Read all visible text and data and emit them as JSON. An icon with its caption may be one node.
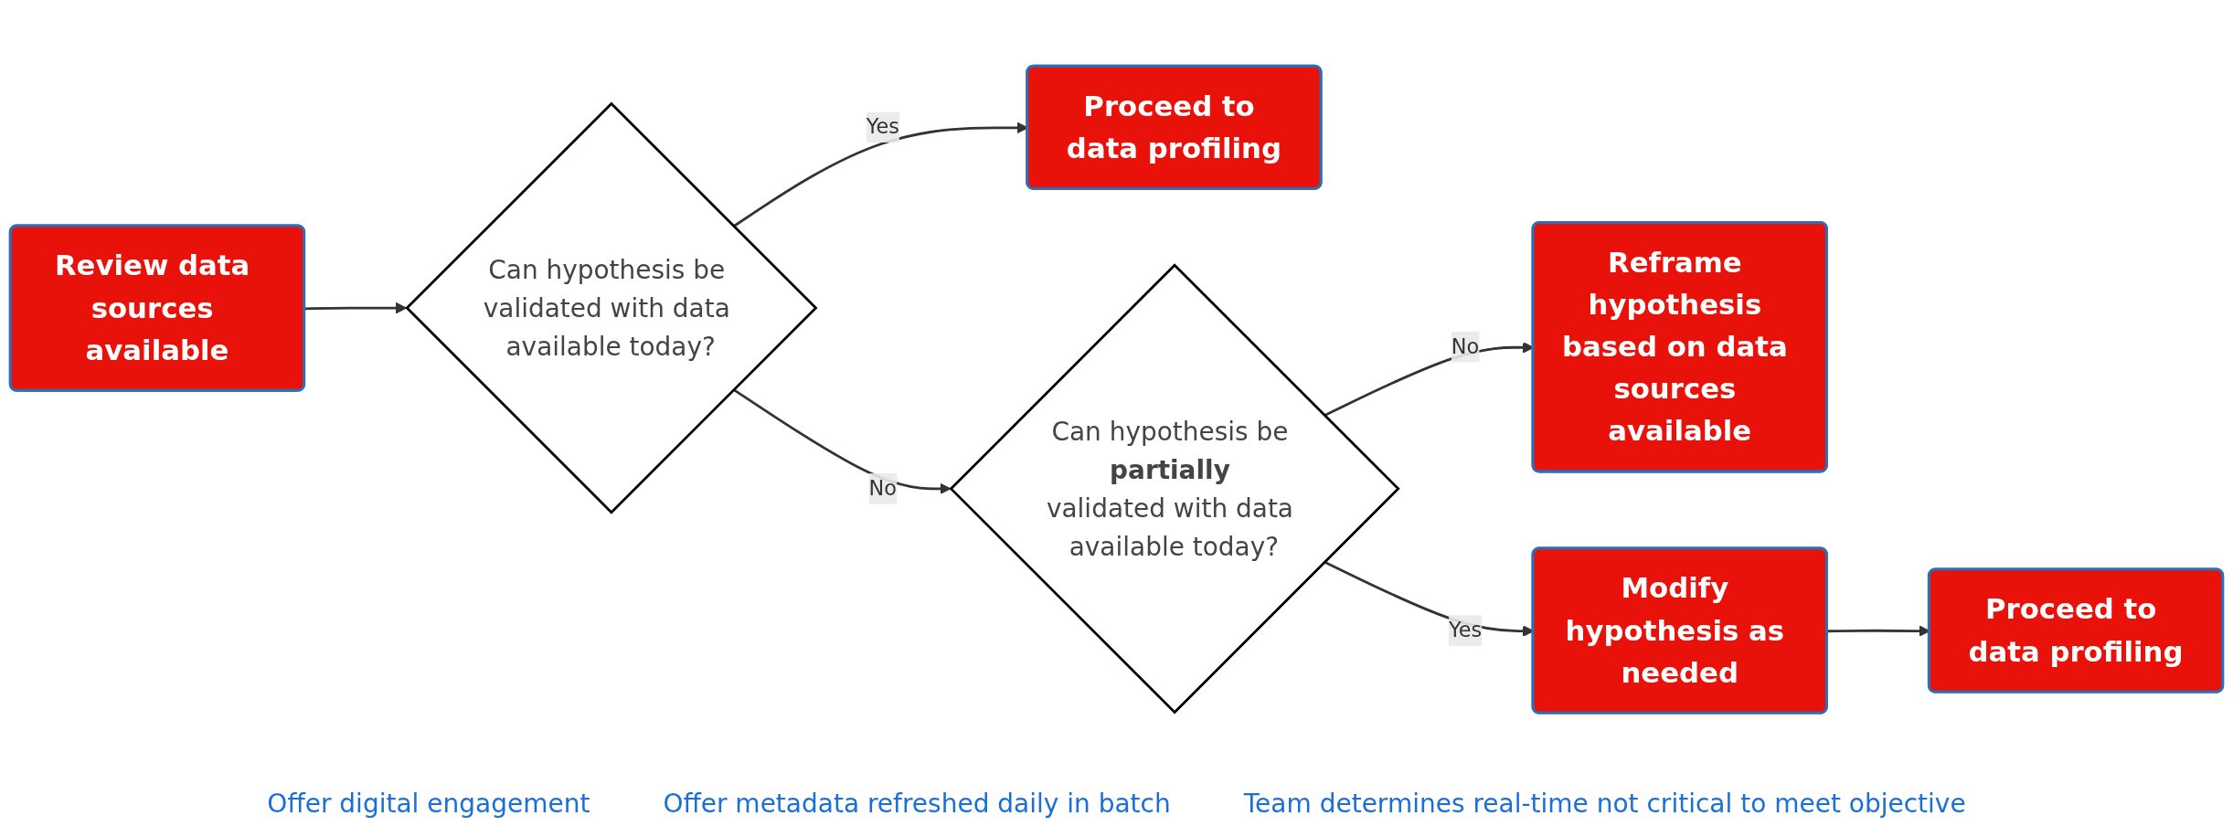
{
  "diagram": {
    "nodes": [
      {
        "text": [
          "Review data sources available"
        ]
      },
      {
        "text": [
          "Can hypothesis be validated with data available today?"
        ]
      },
      {
        "text": [
          "Proceed to data profiling"
        ]
      },
      {
        "text": [
          "Can hypothesis be **partially** validated with data available today?"
        ]
      },
      {
        "text": [
          "Reframe hypothesis based on data sources available"
        ]
      },
      {
        "text": [
          "Modify hypothesis as needed"
        ]
      },
      {
        "text": [
          "Proceed to data profiling"
        ]
      }
    ],
    "edges": [
      {
        "from": 0,
        "to": 1,
        "arrow": "to"
      },
      {
        "from": 1,
        "to": 3,
        "arrow": "to",
        "label": "No"
      },
      {
        "from": 1,
        "to": 2,
        "arrow": "to",
        "label": "Yes"
      },
      {
        "from": 3,
        "to": 4,
        "arrow": "to",
        "label": "No"
      },
      {
        "from": 3,
        "to": 5,
        "arrow": "to",
        "label": "Yes"
      },
      {
        "from": 5,
        "to": 6,
        "arrow": "to"
      }
    ],
    "labels": [
      "Offer digital engagement",
      "Offer metadata refreshed daily in batch",
      "Team determines real-time not critical to meet objective"
    ]
  }
}
